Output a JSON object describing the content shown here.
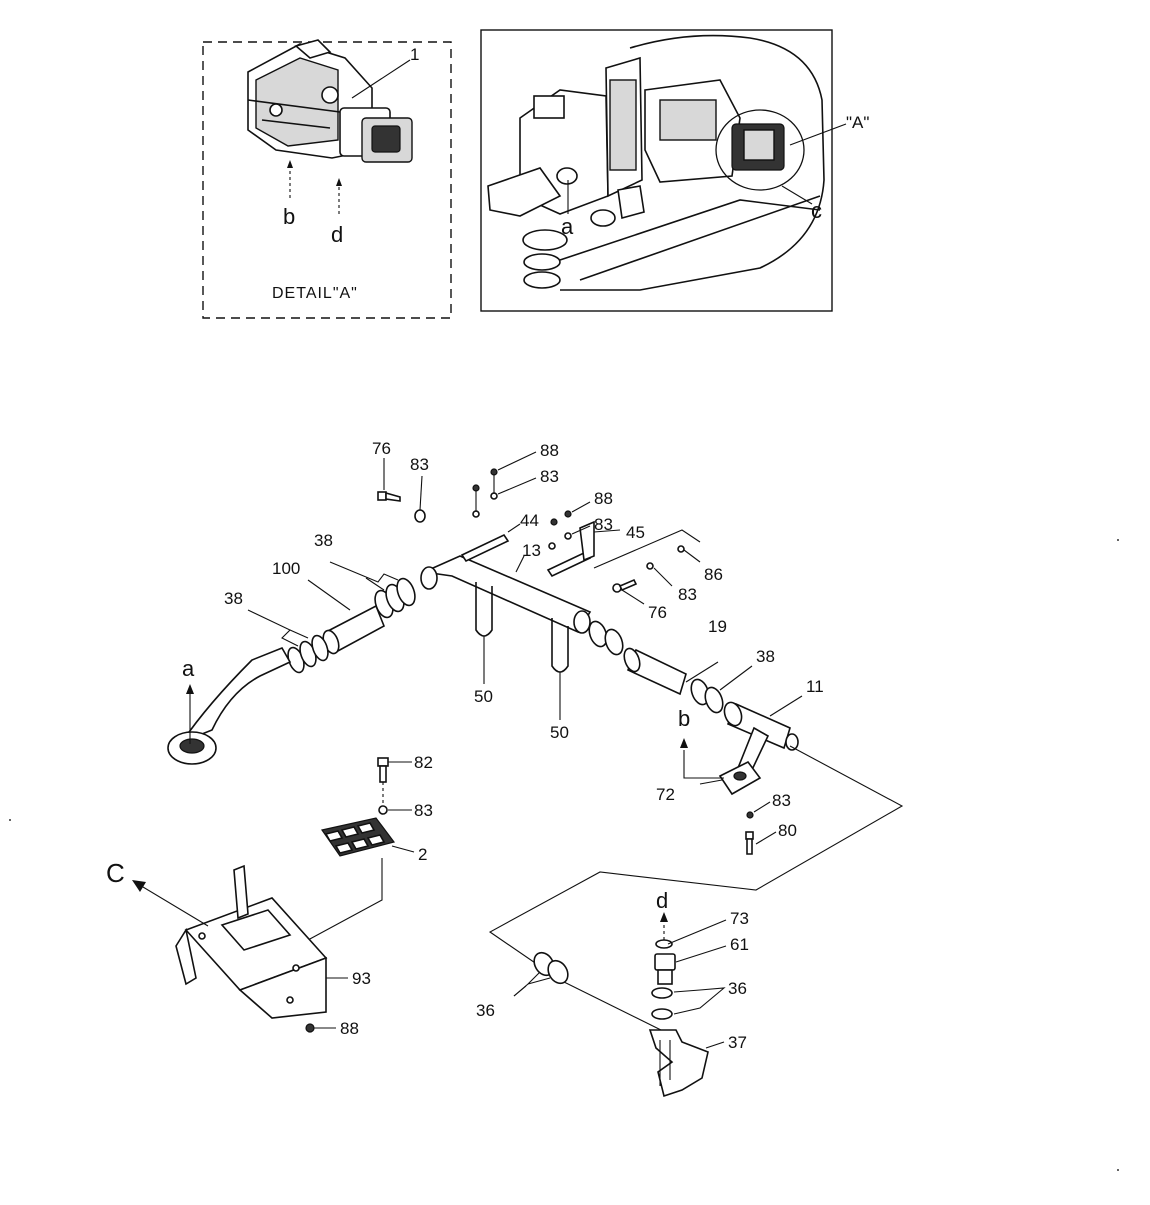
{
  "detail_view": {
    "title": "DETAIL\"A\"",
    "callout": "1",
    "port_b": "b",
    "port_d": "d"
  },
  "machine_view": {
    "detail_ref": "\"A\"",
    "port_a": "a",
    "port_c": "c"
  },
  "callouts": {
    "c76a": "76",
    "c83a": "83",
    "c88a": "88",
    "c83b": "83",
    "c88b": "88",
    "c44": "44",
    "c83c": "83",
    "c45": "45",
    "c13": "13",
    "c86": "86",
    "c83d": "83",
    "c76b": "76",
    "c38a": "38",
    "c100": "100",
    "c38b": "38",
    "c50a": "50",
    "c50b": "50",
    "c19": "19",
    "c38c": "38",
    "c11": "11",
    "c72": "72",
    "c83e": "83",
    "c80": "80",
    "c82": "82",
    "c83f": "83",
    "c2": "2",
    "c93": "93",
    "c88c": "88",
    "c73": "73",
    "c61": "61",
    "c36a": "36",
    "c36b": "36",
    "c37": "37"
  },
  "flow_letters": {
    "a": "a",
    "b": "b",
    "C": "C",
    "d": "d"
  }
}
